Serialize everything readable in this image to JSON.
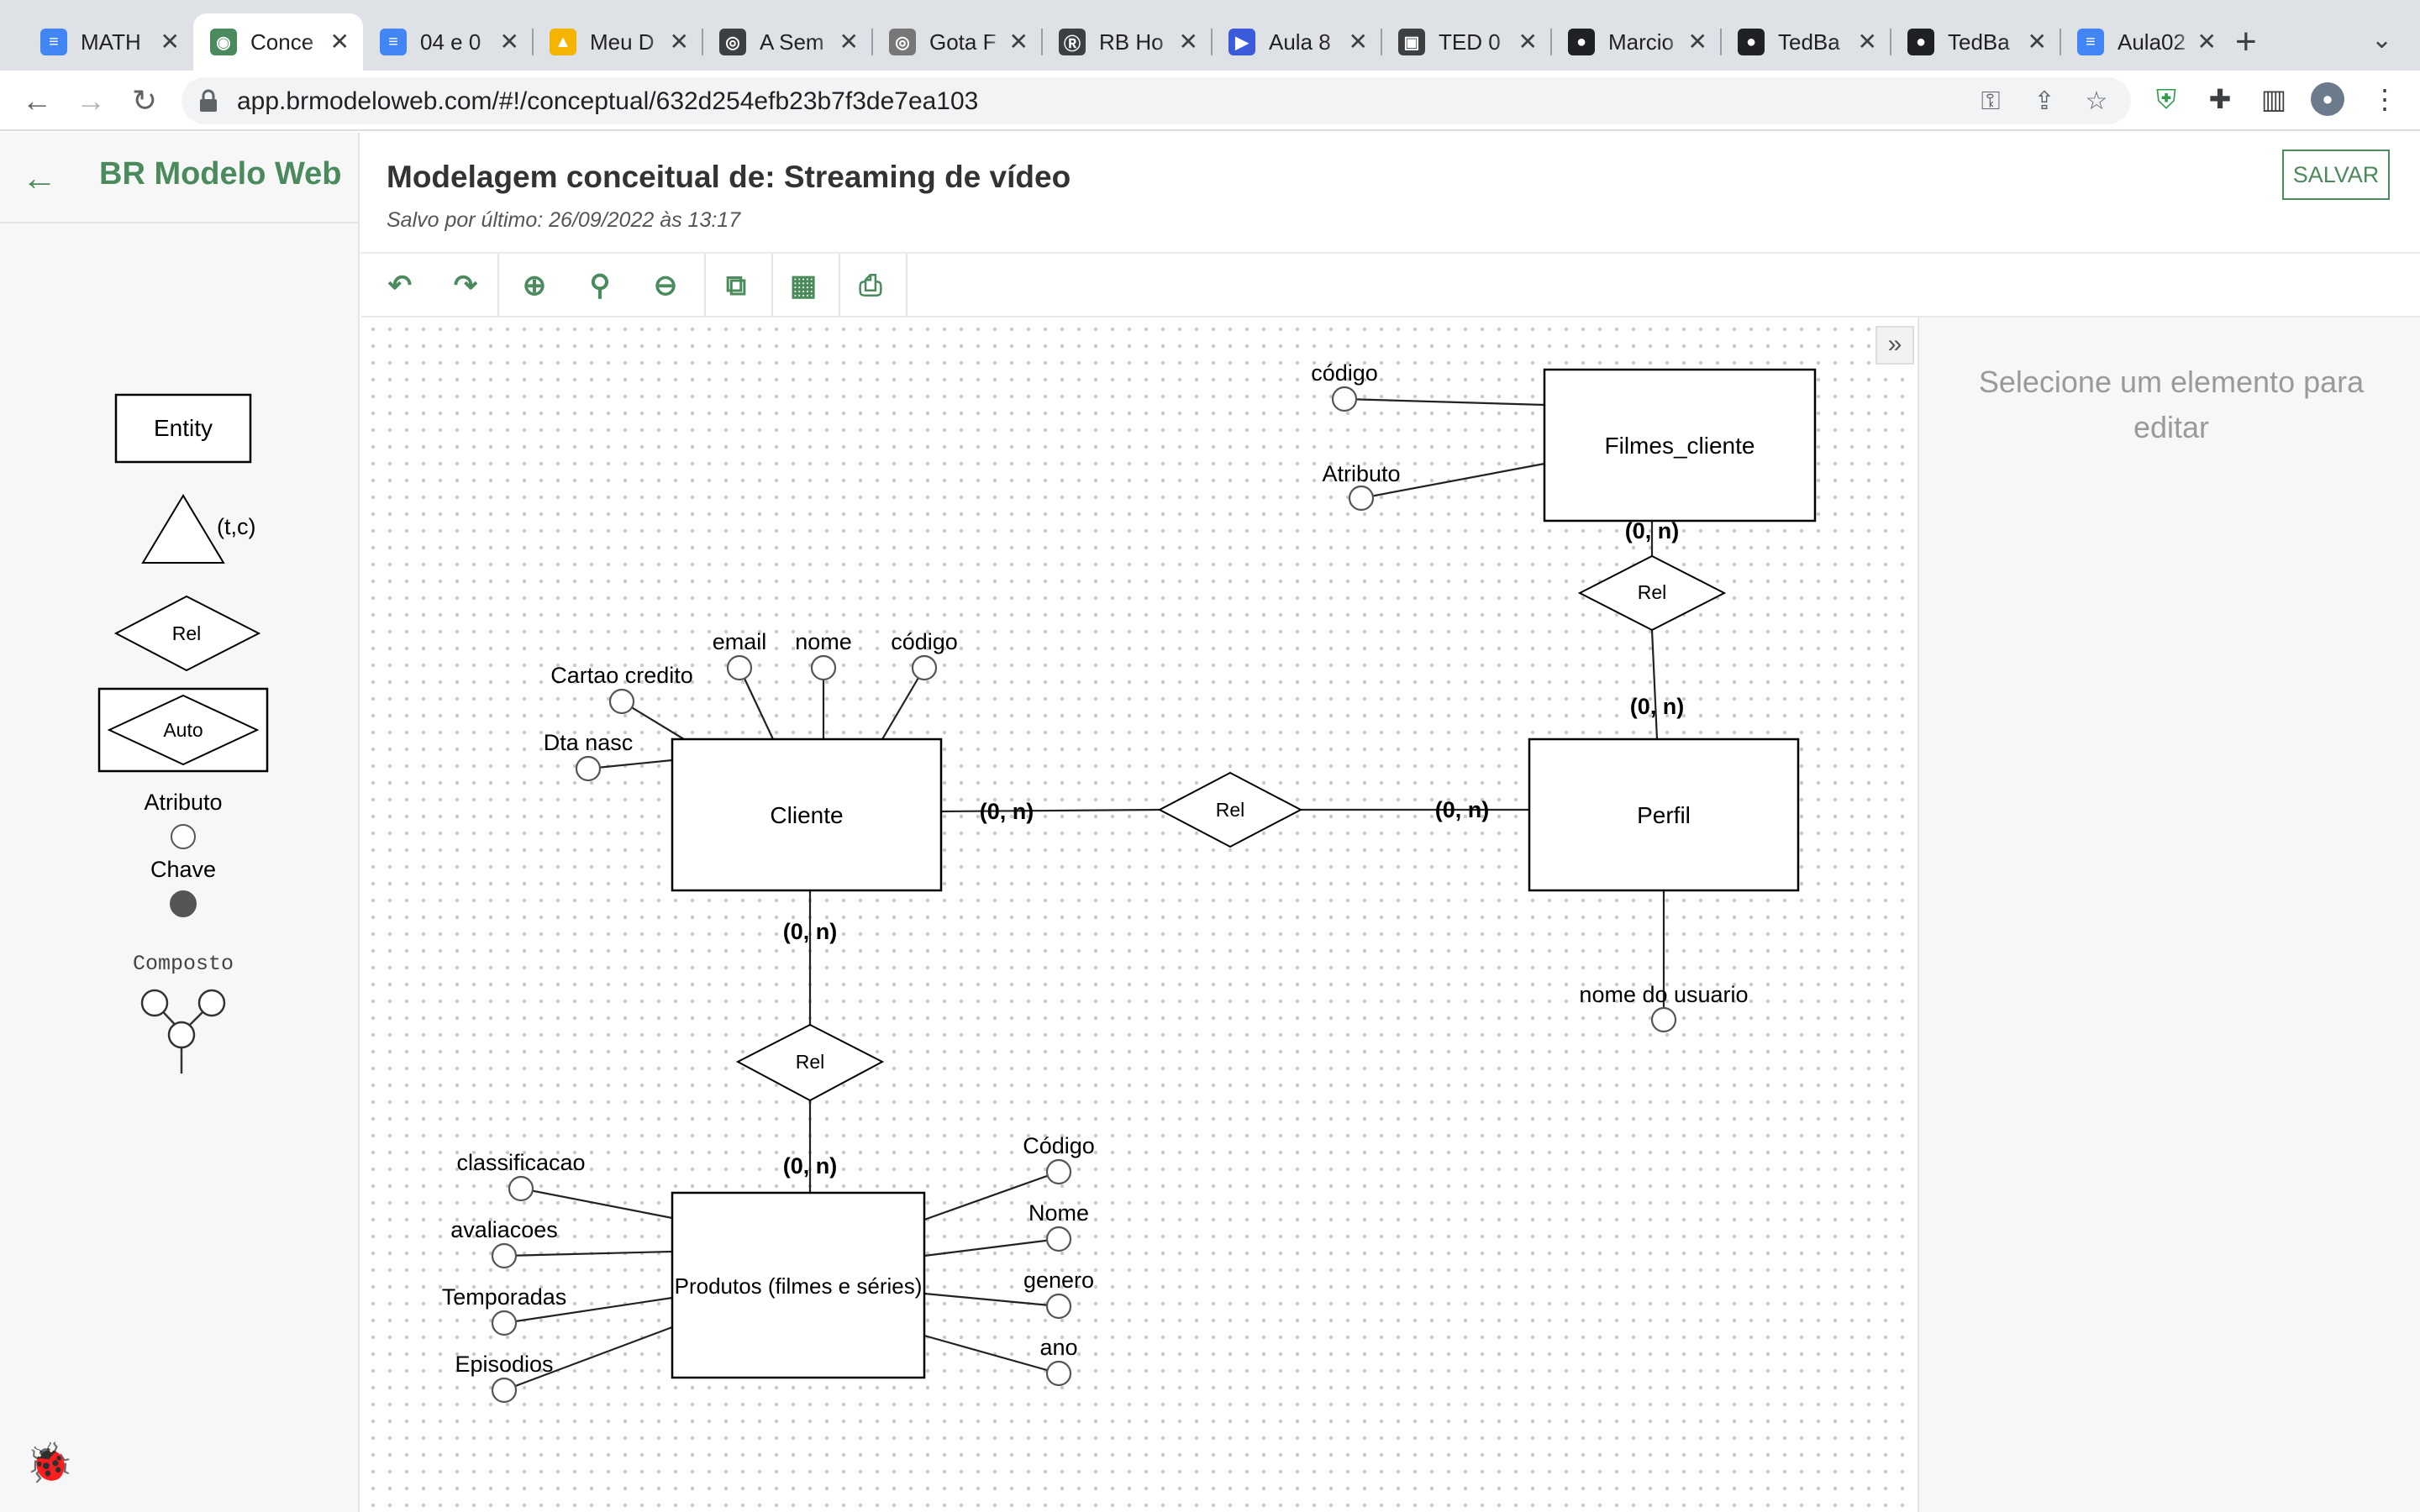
{
  "browser": {
    "tabs": [
      {
        "title": "MATH",
        "icon": "google-docs-icon",
        "color": "#4285f4",
        "active": false
      },
      {
        "title": "Conce",
        "icon": "brmodelo-icon",
        "color": "#4a8a5c",
        "active": true
      },
      {
        "title": "04 e 0",
        "icon": "google-docs-icon",
        "color": "#4285f4",
        "active": false
      },
      {
        "title": "Meu D",
        "icon": "google-drive-icon",
        "color": "#f4b400",
        "active": false
      },
      {
        "title": "A Sem",
        "icon": "site-icon",
        "color": "#3c4043",
        "active": false
      },
      {
        "title": "Gota F",
        "icon": "site-icon",
        "color": "#777777",
        "active": false
      },
      {
        "title": "RB Ho",
        "icon": "rb-icon",
        "color": "#3c4043",
        "active": false
      },
      {
        "title": "Aula 8",
        "icon": "video-icon",
        "color": "#3b5bdb",
        "active": false
      },
      {
        "title": "TED 0",
        "icon": "classroom-icon",
        "color": "#3c4043",
        "active": false
      },
      {
        "title": "Marcio",
        "icon": "github-icon",
        "color": "#202124",
        "active": false
      },
      {
        "title": "TedBa",
        "icon": "github-icon",
        "color": "#202124",
        "active": false
      },
      {
        "title": "TedBa",
        "icon": "github-icon",
        "color": "#202124",
        "active": false
      },
      {
        "title": "Aula02",
        "icon": "google-docs-icon",
        "color": "#4285f4",
        "active": false
      }
    ],
    "close_glyph": "✕",
    "new_tab_glyph": "+",
    "url": "app.brmodeloweb.com/#!/conceptual/632d254efb23b7f3de7ea103"
  },
  "app": {
    "brand": "BR Modelo Web",
    "doc_title": "Modelagem conceitual de: Streaming de vídeo",
    "saved_text": "Salvo por último: 26/09/2022 às 13:17",
    "save_label": "SALVAR",
    "props_hint": "Selecione um elemento para editar",
    "accent": "#4a8a5c"
  },
  "palette": {
    "entity": "Entity",
    "specialization": "(t,c)",
    "relationship": "Rel",
    "associative": "Auto",
    "attribute": "Atributo",
    "key": "Chave",
    "composite": "Composto"
  },
  "diagram": {
    "entities": {
      "filmes_cliente": "Filmes_cliente",
      "cliente": "Cliente",
      "perfil": "Perfil",
      "produtos": "Produtos (filmes e séries)"
    },
    "relationships": {
      "rel_filmes_perfil": "Rel",
      "rel_cliente_perfil": "Rel",
      "rel_cliente_produtos": "Rel"
    },
    "cardinality": "(0, n)",
    "attributes": {
      "filmes_codigo": "código",
      "filmes_atributo": "Atributo",
      "cliente_email": "email",
      "cliente_nome": "nome",
      "cliente_codigo": "código",
      "cliente_cartao": "Cartao credito",
      "cliente_dtanasc": "Dta nasc",
      "perfil_nome_usuario": "nome do usuario",
      "prod_classificacao": "classificacao",
      "prod_avaliacoes": "avaliacoes",
      "prod_temporadas": "Temporadas",
      "prod_episodios": "Episodios",
      "prod_codigo": "Código",
      "prod_nome": "Nome",
      "prod_genero": "genero",
      "prod_ano": "ano"
    }
  }
}
